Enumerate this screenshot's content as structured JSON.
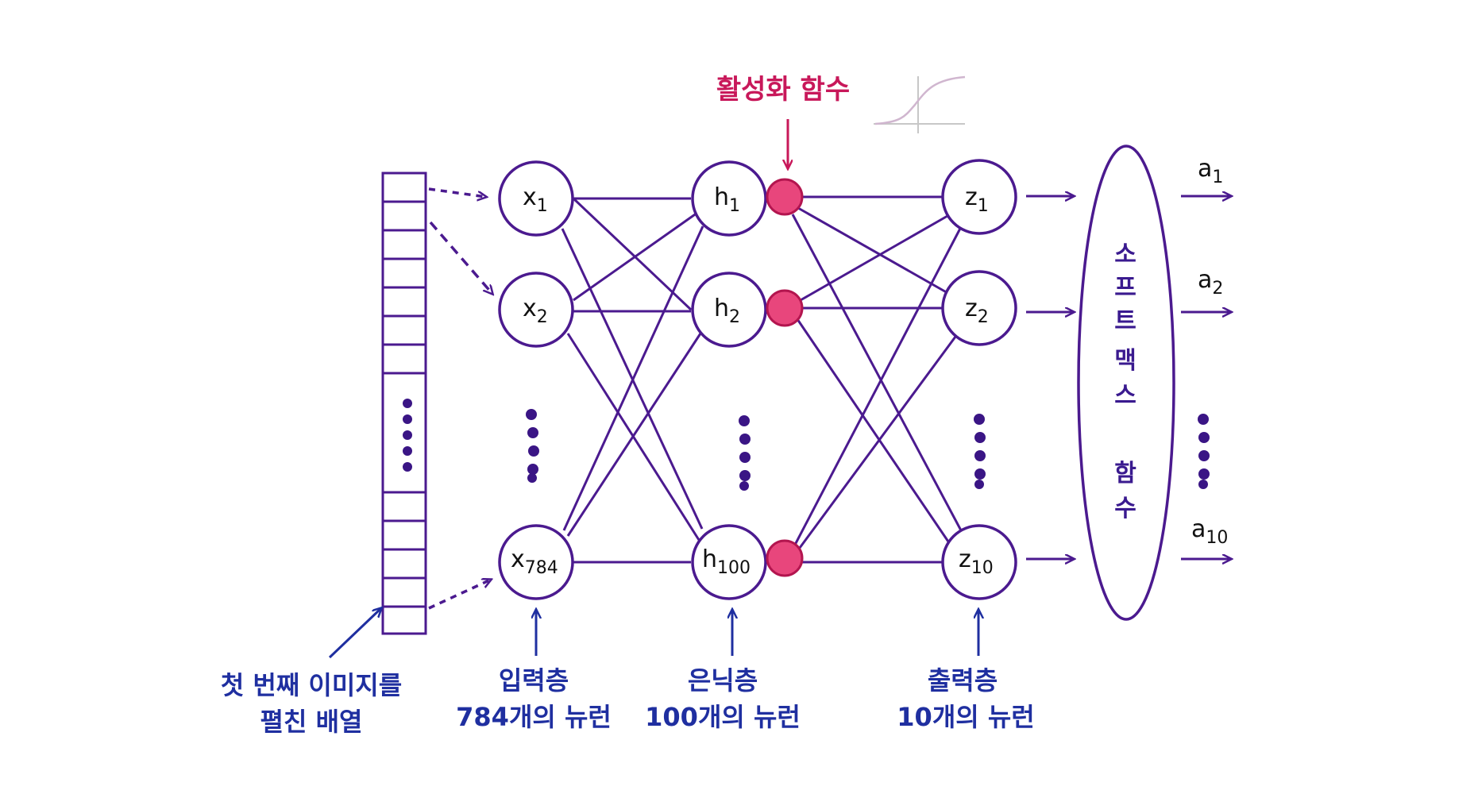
{
  "colors": {
    "edge": "#4b1a8f",
    "node_stroke": "#4b1a8f",
    "activation_fill": "#e8467c",
    "activation_stroke": "#b3154f",
    "dots": "#3a1585",
    "blue_text": "#1f2fa0",
    "pink_text": "#c8185a"
  },
  "input_layer": {
    "nodes": [
      {
        "base": "x",
        "sub": "1"
      },
      {
        "base": "x",
        "sub": "2"
      },
      {
        "base": "x",
        "sub": "784"
      }
    ],
    "caption_line1": "입력층",
    "caption_line2": "784개의 뉴런"
  },
  "hidden_layer": {
    "nodes": [
      {
        "base": "h",
        "sub": "1"
      },
      {
        "base": "h",
        "sub": "2"
      },
      {
        "base": "h",
        "sub": "100"
      }
    ],
    "caption_line1": "은닉층",
    "caption_line2": "100개의 뉴런"
  },
  "output_layer": {
    "nodes": [
      {
        "base": "z",
        "sub": "1"
      },
      {
        "base": "z",
        "sub": "2"
      },
      {
        "base": "z",
        "sub": "10"
      }
    ],
    "caption_line1": "출력층",
    "caption_line2": "10개의 뉴런"
  },
  "activation": {
    "label": "활성화 함수",
    "icon": "sigmoid-curve-icon"
  },
  "softmax": {
    "label_chars": [
      "소",
      "프",
      "트",
      "맥",
      "스",
      "",
      "함",
      "수"
    ]
  },
  "outputs": [
    {
      "base": "a",
      "sub": "1"
    },
    {
      "base": "a",
      "sub": "2"
    },
    {
      "base": "a",
      "sub": "10"
    }
  ],
  "image_array": {
    "caption_line1": "첫 번째 이미지를",
    "caption_line2": "펼친 배열"
  }
}
